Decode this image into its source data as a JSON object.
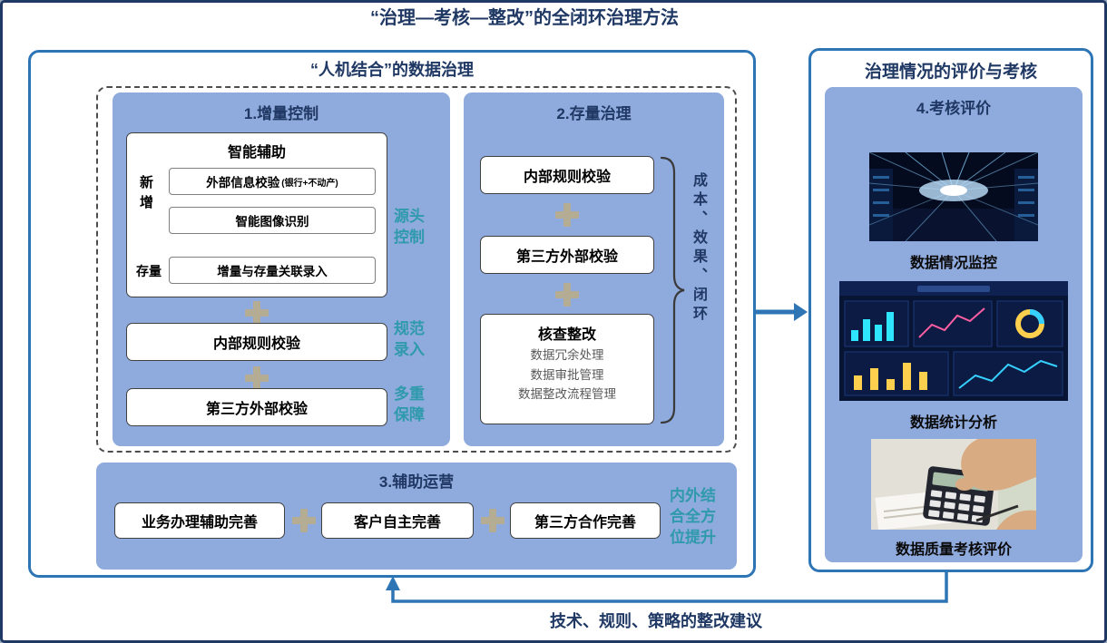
{
  "colors": {
    "navy": "#1f3864",
    "blue": "#2e75b6",
    "panel_blue": "#8faadc",
    "teal": "#2e9aab",
    "plus": "#b5ac94"
  },
  "main_title": "“治理—考核—整改”的全闭环治理方法",
  "left": {
    "title": "“人机结合”的数据治理",
    "panel1": {
      "title": "1.增量控制",
      "assist": {
        "title": "智能辅助",
        "row_label_new": "新增",
        "row_label_stock": "存量",
        "item1": "外部信息校验",
        "item1_note": "(银行+不动产)",
        "item2": "智能图像识别",
        "item3": "增量与存量关联录入"
      },
      "box_internal": "内部规则校验",
      "box_thirdparty": "第三方外部校验",
      "side_label1": "源头控制",
      "side_label2": "规范录入",
      "side_label3": "多重保障"
    },
    "panel2": {
      "title": "2.存量治理",
      "box1": "内部规则校验",
      "box2": "第三方外部校验",
      "check": {
        "title": "核查整改",
        "item1": "数据冗余处理",
        "item2": "数据审批管理",
        "item3": "数据整改流程管理"
      },
      "side_label": "成本、效果、闭环"
    },
    "panel3": {
      "title": "3.辅助运营",
      "box1": "业务办理辅助完善",
      "box2": "客户自主完善",
      "box3": "第三方合作完善",
      "side_label": "内外结合全方位提升"
    }
  },
  "right": {
    "title": "治理情况的评价与考核",
    "panel": {
      "title": "4.考核评价",
      "caption1": "数据情况监控",
      "caption2": "数据统计分析",
      "caption3": "数据质量考核评价"
    }
  },
  "feedback_label": "技术、规则、策略的整改建议"
}
